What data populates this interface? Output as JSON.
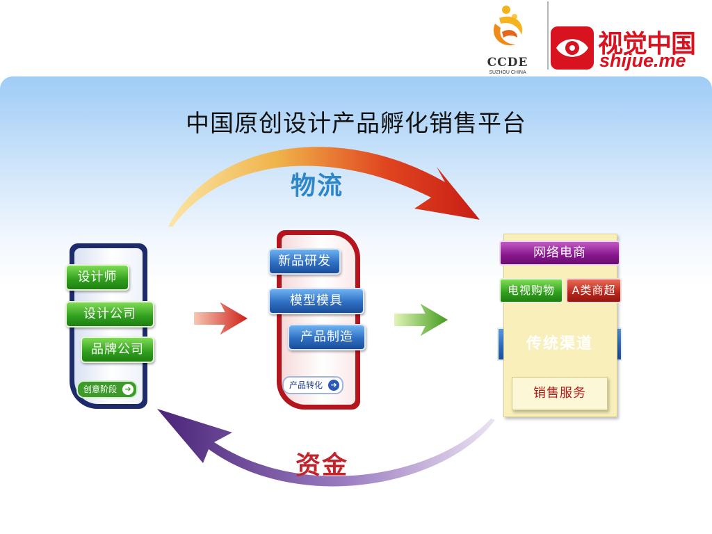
{
  "title": "中国原创设计产品孵化销售平台",
  "logos": {
    "ccde_text": "CCDE",
    "ccde_sub": "SUZHOU CHINA",
    "shijue_cn": "视觉中国",
    "shijue_en": "shijue.me"
  },
  "cycle": {
    "top_label": "物流",
    "bottom_label": "资金"
  },
  "stage_create": {
    "items": [
      "设计师",
      "设计公司",
      "品牌公司"
    ],
    "button": "创意阶段"
  },
  "stage_product": {
    "items": [
      "新品研发",
      "模型模具",
      "产品制造"
    ],
    "button": "产品转化"
  },
  "stage_sales": {
    "online": "网络电商",
    "tv": "电视购物",
    "supermarket": "A类商超",
    "traditional": "传统渠道",
    "service": "销售服务"
  },
  "colors": {
    "logistics_arrow": "#d62a1e",
    "funds_arrow": "#5a2d86",
    "label_blue": "#2c86c8",
    "label_red": "#c3242c"
  }
}
